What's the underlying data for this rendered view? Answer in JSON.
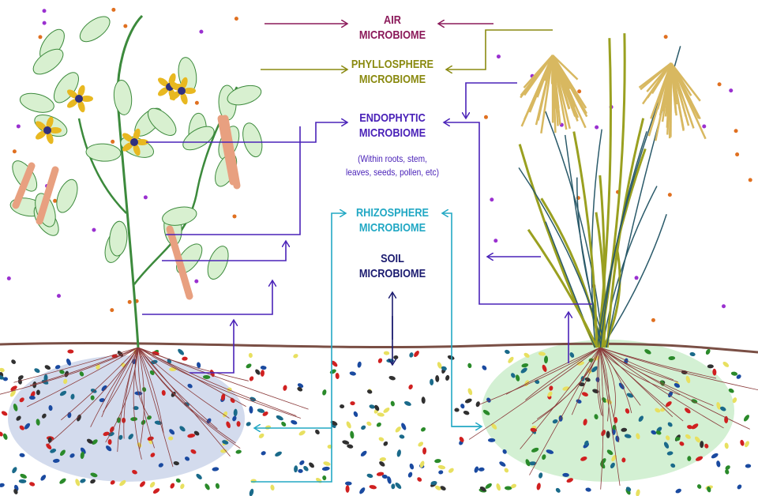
{
  "labels": {
    "air": [
      "AIR",
      "MICROBIOME"
    ],
    "phyllosphere": [
      "PHYLLOSPHERE",
      "MICROBIOME"
    ],
    "endophytic": [
      "ENDOPHYTIC",
      "MICROBIOME"
    ],
    "endophytic_note": [
      "(Within roots, stem,",
      "leaves, seeds, pollen, etc)"
    ],
    "rhizosphere": [
      "RHIZOSPHERE",
      "MICROBIOME"
    ],
    "soil": [
      "SOIL",
      "MICROBIOME"
    ]
  },
  "colors": {
    "air": "#8b1a5a",
    "phyllosphere": "#8a8a10",
    "endophytic": "#4a22b8",
    "rhizosphere": "#22a8c4",
    "soil": "#1c1c70",
    "ground": "#7a4f45",
    "leaf": "#d8f0d0",
    "leaf_edge": "#3c8a3c",
    "grass": "#9aa020",
    "flower": "#e8b820",
    "pod": "#e8a080"
  }
}
